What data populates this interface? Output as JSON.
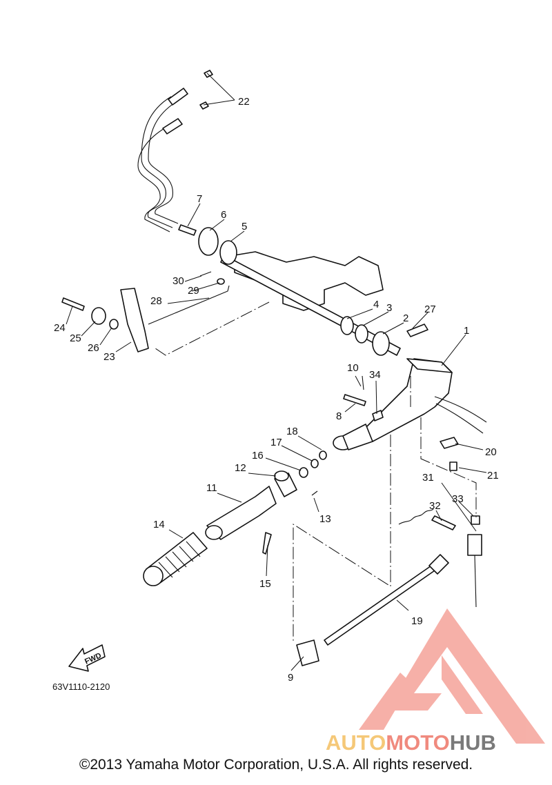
{
  "diagram": {
    "part_labels": [
      "1",
      "2",
      "3",
      "4",
      "5",
      "6",
      "7",
      "8",
      "9",
      "10",
      "11",
      "12",
      "13",
      "14",
      "15",
      "16",
      "17",
      "18",
      "19",
      "20",
      "21",
      "22",
      "23",
      "24",
      "25",
      "26",
      "27",
      "28",
      "29",
      "30",
      "31",
      "32",
      "33",
      "34"
    ],
    "fwd_text": "FWD",
    "reference_code": "63V1110-2120"
  },
  "watermark": {
    "brand_part1": "AUTO",
    "brand_part2": "MOTO",
    "brand_part3": "HUB",
    "colors": {
      "auto": "#f5c878",
      "moto": "#f08a7e",
      "hub": "#7a7a7a",
      "triangle": "#f5a39a"
    }
  },
  "footer": {
    "copyright": "©2013 Yamaha Motor Corporation, U.S.A. All rights reserved."
  }
}
